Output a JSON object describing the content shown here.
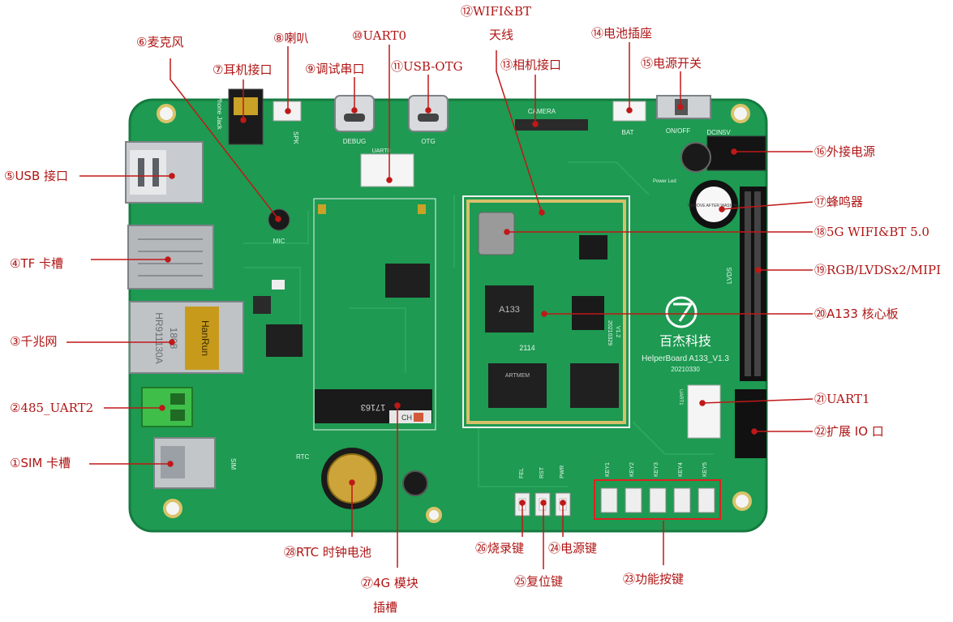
{
  "colors": {
    "pcb": "#1e9a52",
    "pcb_dark": "#15703a",
    "label": "#b01515",
    "leader": "#c01818"
  },
  "labels": {
    "l1": "①SIM 卡槽",
    "l2": "②485_UART2",
    "l3": "③千兆网",
    "l4": "④TF 卡槽",
    "l5": "⑤USB 接口",
    "l6": "⑥麦克风",
    "l7": "⑦耳机接口",
    "l8": "⑧喇叭",
    "l9": "⑨调试串口",
    "l10": "⑩UART0",
    "l11": "⑪USB-OTG",
    "l12a": "⑫WIFI&BT",
    "l12b": "天线",
    "l13": "⑬相机接口",
    "l14": "⑭电池插座",
    "l15": "⑮电源开关",
    "l16": "⑯外接电源",
    "l17": "⑰蜂鸣器",
    "l18": "⑱5G WIFI&BT 5.0",
    "l19": "⑲RGB/LVDSx2/MIPI",
    "l20": "⑳A133 核心板",
    "l21": "㉑UART1",
    "l22": "㉒扩展 IO 口",
    "l23": "㉓功能按键",
    "l24": "㉔电源键",
    "l25": "㉕复位键",
    "l26": "㉖烧录键",
    "l27a": "㉗4G 模块",
    "l27b": "插槽",
    "l28": "㉘RTC 时钟电池"
  },
  "silkscreen": {
    "camera": "CAMERA",
    "bat": "BAT",
    "onoff": "ON/OFF",
    "dcin": "DCIN5V",
    "debug": "DEBUG",
    "otg": "OTG",
    "spk": "SPK",
    "mic": "MIC",
    "rtc": "RTC",
    "sim": "SIM",
    "uart0": "UART0",
    "uart1": "UART1",
    "lvds": "LVDS",
    "phone_jack": "Phone Jack",
    "brand": "百杰科技",
    "board_name": "HelperBoard A133_V1.3",
    "board_date": "20210330",
    "core_date": "20210329",
    "core_ver": "V1.2",
    "chip": "A133",
    "chip_code": "2114",
    "slot_code": "17163",
    "slot_ch": "CH",
    "eth_chip": "HanRun",
    "eth_model": "HR911130A",
    "eth_code": "1808",
    "buzzer": "REMOVE AFTER WASHING",
    "ram": "ARTMEM",
    "power_led": "Power Led",
    "keys": [
      "FEL",
      "RST",
      "PWR",
      "KEY1",
      "KEY2",
      "KEY3",
      "KEY4",
      "KEY5"
    ]
  }
}
